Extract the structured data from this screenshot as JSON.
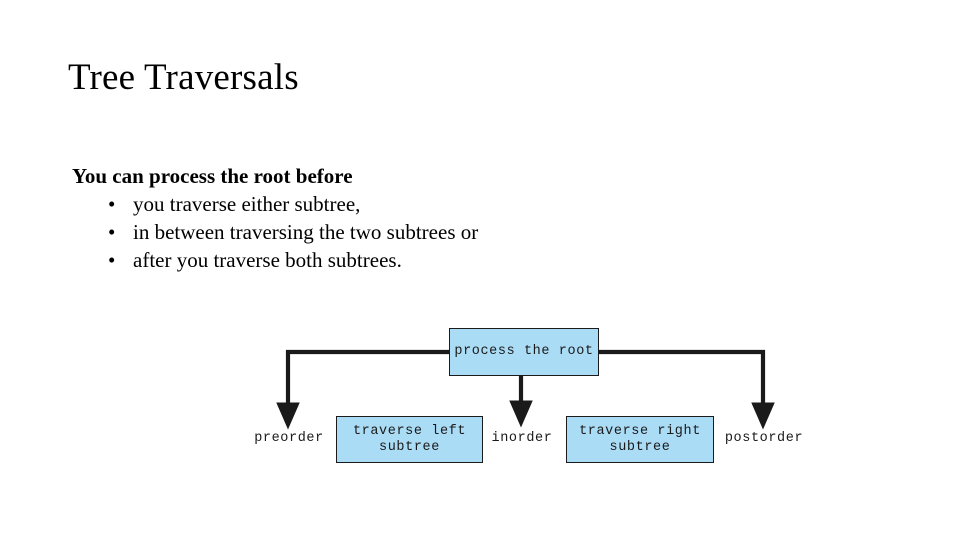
{
  "slide": {
    "title": "Tree Traversals",
    "background_color": "#FFFFFF",
    "text_color": "#000000"
  },
  "body": {
    "lead": "You can process the root before",
    "bullet_glyph": "•",
    "bullets": [
      "you traverse either subtree,",
      "in between traversing the two subtrees or",
      "after you traverse both subtrees."
    ]
  },
  "diagram": {
    "type": "flowchart",
    "box_fill_color": "#ABDCF5",
    "box_border_color": "#1B1B1B",
    "connector_color": "#1A1A1A",
    "nodes": [
      {
        "id": "root",
        "label": "process the root",
        "boxed": true
      },
      {
        "id": "left",
        "label": "traverse left\nsubtree",
        "boxed": true
      },
      {
        "id": "right",
        "label": "traverse right\nsubtree",
        "boxed": true
      }
    ],
    "labels": [
      {
        "id": "preorder",
        "text": "preorder"
      },
      {
        "id": "inorder",
        "text": "inorder"
      },
      {
        "id": "postorder",
        "text": "postorder"
      }
    ]
  }
}
